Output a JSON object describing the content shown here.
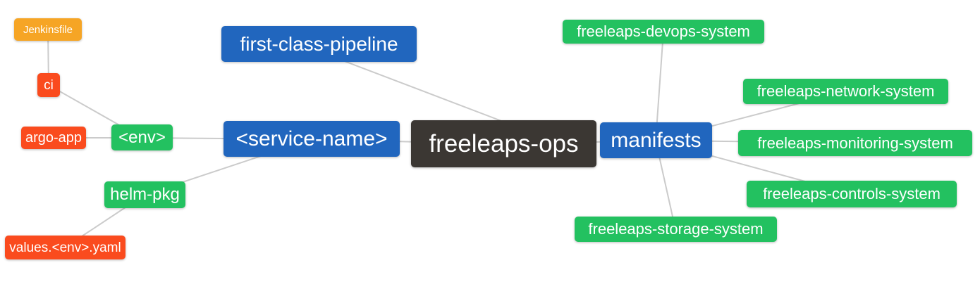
{
  "colors": {
    "blue": "#2166BE",
    "green": "#23C160",
    "red": "#FA4B1E",
    "amber": "#F6A525",
    "dark": "#3B3733",
    "edge": "#CBCBCB",
    "text": "#FFFFFF",
    "background": "#FFFFFF"
  },
  "diagram": {
    "type": "mindmap",
    "root": "freeleaps-ops",
    "nodes": {
      "freeleaps_ops": {
        "label": "freeleaps-ops",
        "color": "dark"
      },
      "first_class_pipeline": {
        "label": "first-class-pipeline",
        "color": "blue"
      },
      "service_name": {
        "label": "<service-name>",
        "color": "blue"
      },
      "manifests": {
        "label": "manifests",
        "color": "blue"
      },
      "env": {
        "label": "<env>",
        "color": "green"
      },
      "helm_pkg": {
        "label": "helm-pkg",
        "color": "green"
      },
      "ci": {
        "label": "ci",
        "color": "red"
      },
      "argo_app": {
        "label": "argo-app",
        "color": "red"
      },
      "jenkinsfile": {
        "label": "Jenkinsfile",
        "color": "amber"
      },
      "values_env_yaml": {
        "label": "values.<env>.yaml",
        "color": "red"
      },
      "devops_system": {
        "label": "freeleaps-devops-system",
        "color": "green"
      },
      "network_system": {
        "label": "freeleaps-network-system",
        "color": "green"
      },
      "monitoring_system": {
        "label": "freeleaps-monitoring-system",
        "color": "green"
      },
      "controls_system": {
        "label": "freeleaps-controls-system",
        "color": "green"
      },
      "storage_system": {
        "label": "freeleaps-storage-system",
        "color": "green"
      }
    },
    "edges": [
      [
        "jenkinsfile",
        "ci"
      ],
      [
        "ci",
        "env"
      ],
      [
        "argo_app",
        "env"
      ],
      [
        "env",
        "service_name"
      ],
      [
        "helm_pkg",
        "service_name"
      ],
      [
        "values_env_yaml",
        "helm_pkg"
      ],
      [
        "first_class_pipeline",
        "freeleaps_ops"
      ],
      [
        "service_name",
        "freeleaps_ops"
      ],
      [
        "freeleaps_ops",
        "manifests"
      ],
      [
        "manifests",
        "devops_system"
      ],
      [
        "manifests",
        "network_system"
      ],
      [
        "manifests",
        "monitoring_system"
      ],
      [
        "manifests",
        "controls_system"
      ],
      [
        "manifests",
        "storage_system"
      ]
    ]
  }
}
